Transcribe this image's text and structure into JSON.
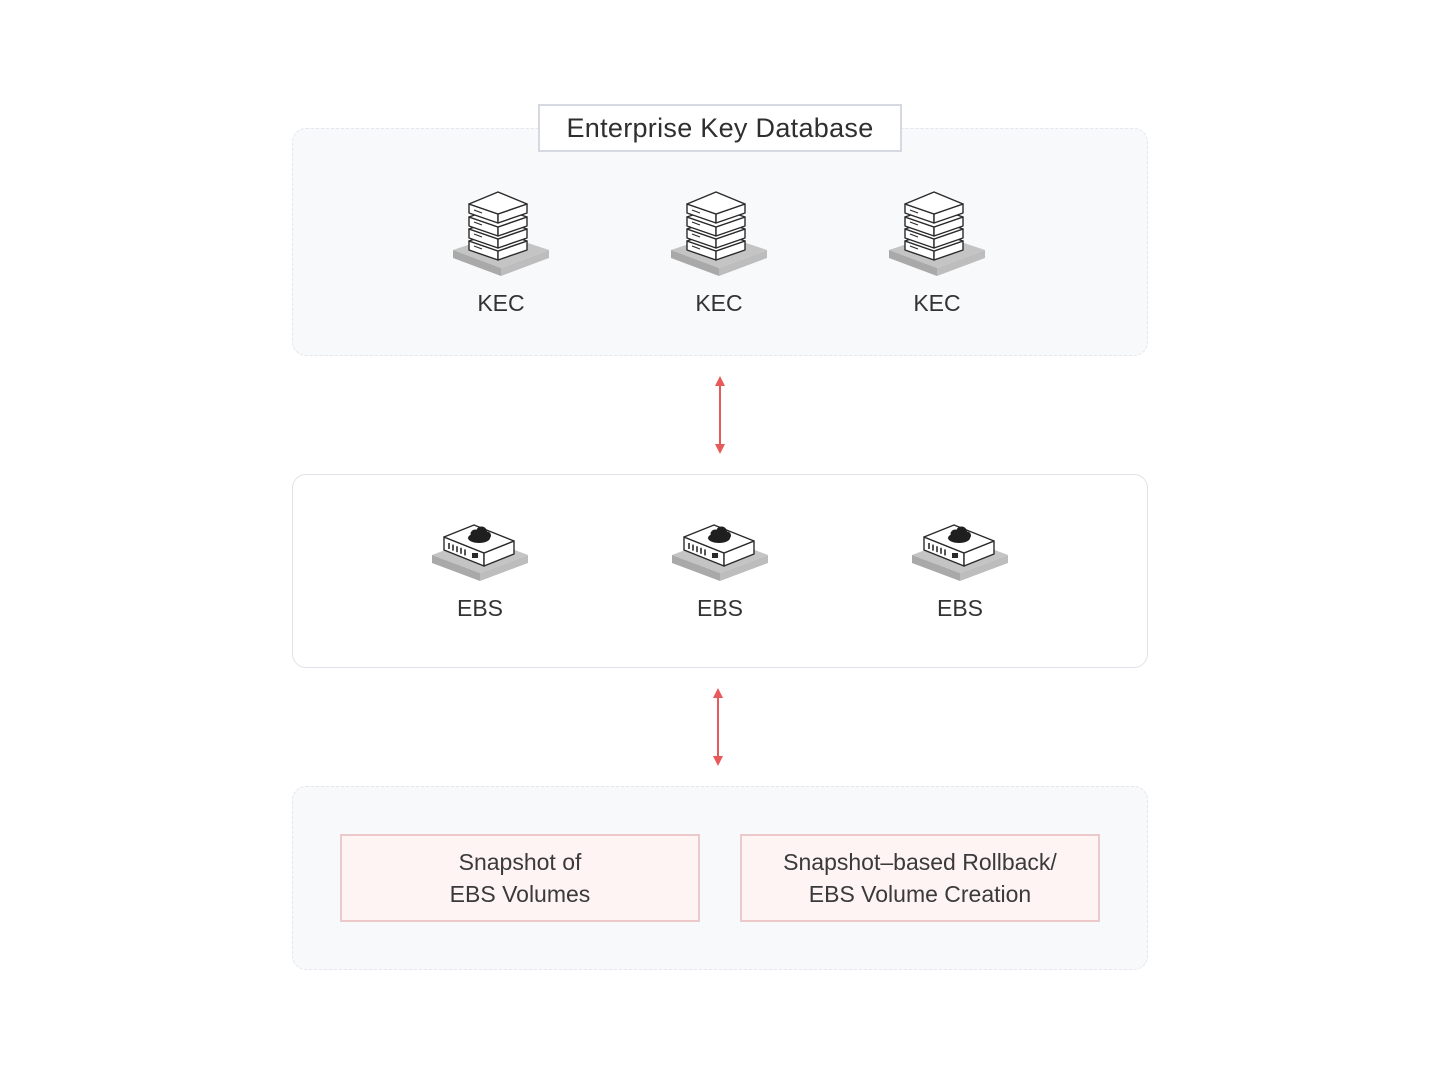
{
  "kec_group": {
    "title": "Enterprise Key Database",
    "nodes": [
      {
        "label": "KEC",
        "icon": "server-stack-icon"
      },
      {
        "label": "KEC",
        "icon": "server-stack-icon"
      },
      {
        "label": "KEC",
        "icon": "server-stack-icon"
      }
    ]
  },
  "ebs_group": {
    "nodes": [
      {
        "label": "EBS",
        "icon": "cloud-storage-device-icon"
      },
      {
        "label": "EBS",
        "icon": "cloud-storage-device-icon"
      },
      {
        "label": "EBS",
        "icon": "cloud-storage-device-icon"
      }
    ]
  },
  "operations_group": {
    "boxes": [
      {
        "line1": "Snapshot of",
        "line2": "EBS Volumes"
      },
      {
        "line1": "Snapshot–based Rollback/",
        "line2": "EBS Volume Creation"
      }
    ]
  },
  "colors": {
    "arrow": "#e8595a",
    "op_box_fill": "#fdf4f3",
    "op_box_border": "#eccaca",
    "group_fill": "#f8f9fb"
  }
}
